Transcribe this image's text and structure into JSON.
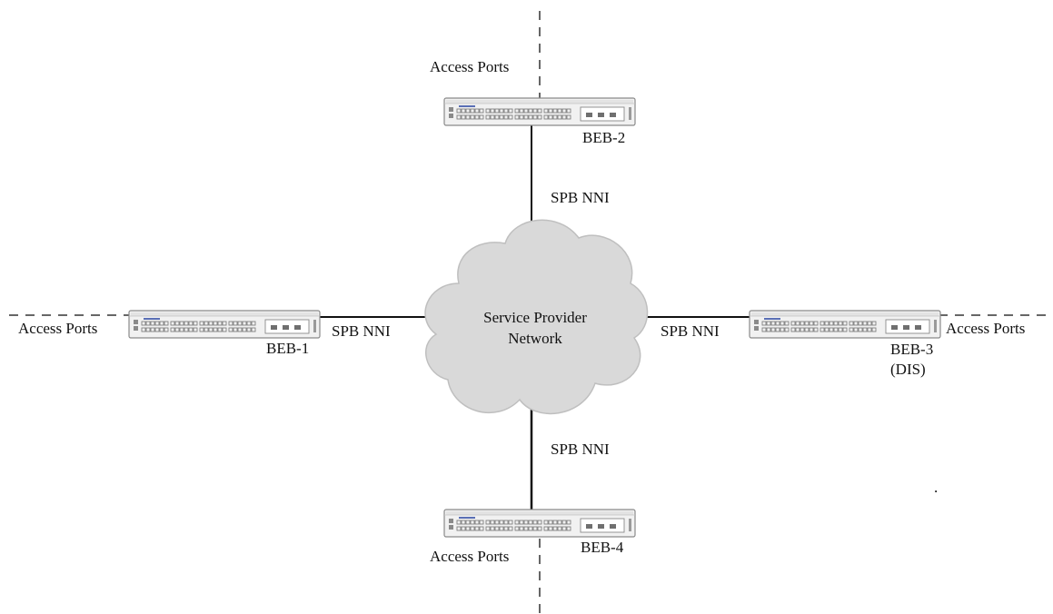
{
  "diagram": {
    "cloud": {
      "line1": "Service Provider",
      "line2": "Network"
    },
    "nodes": {
      "beb1": {
        "name": "BEB-1"
      },
      "beb2": {
        "name": "BEB-2"
      },
      "beb3": {
        "name": "BEB-3",
        "sub": "(DIS)"
      },
      "beb4": {
        "name": "BEB-4"
      }
    },
    "links": {
      "top": "SPB NNI",
      "left": "SPB NNI",
      "right": "SPB NNI",
      "bottom": "SPB NNI"
    },
    "access": {
      "top": "Access Ports",
      "left": "Access Ports",
      "right": "Access Ports",
      "bottom": "Access Ports"
    },
    "footnote": "."
  },
  "colors": {
    "cloud_fill": "#d9d9d9",
    "cloud_stroke": "#bfbfbf",
    "link": "#111111",
    "dashed": "#666666",
    "switch_body": "#f1f1f1",
    "switch_border": "#8a8a8a",
    "switch_accent": "#5a6fb5"
  }
}
